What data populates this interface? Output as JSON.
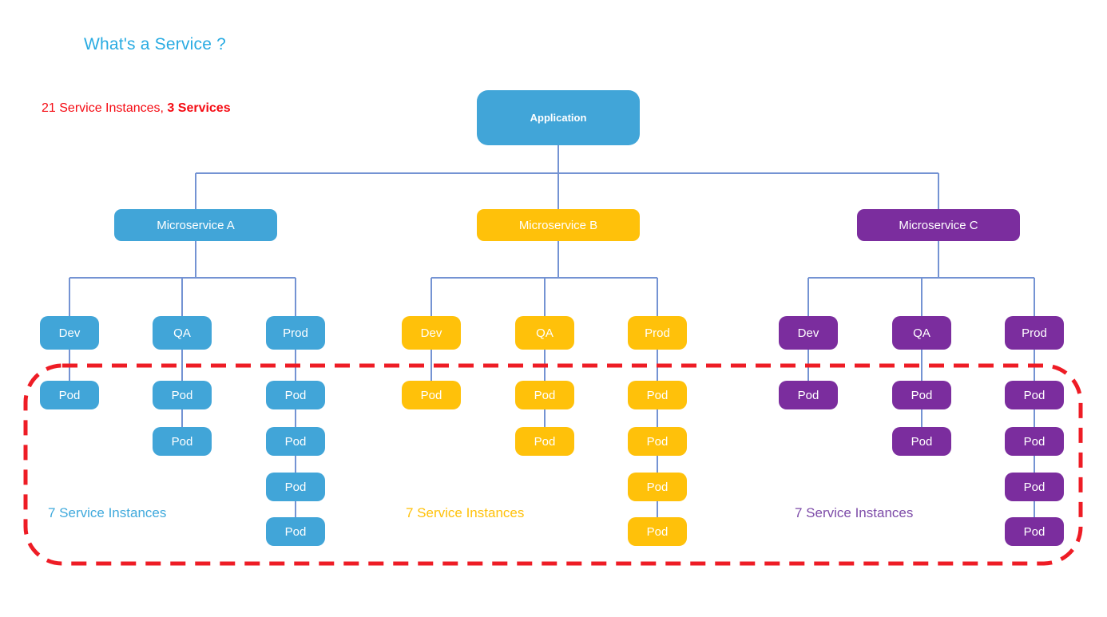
{
  "title": "What's a Service ?",
  "subtitle": {
    "normal": "21 Service Instances, ",
    "bold": "3 Services"
  },
  "root": {
    "label": "Application",
    "color": "#41a5d8"
  },
  "pod_label": "Pod",
  "services": [
    {
      "name": "Microservice A",
      "color": "#41a5d8",
      "instances_label": "7 Service Instances",
      "instances_label_color": "#3fa9dc",
      "environments": [
        {
          "label": "Dev",
          "pods": 1
        },
        {
          "label": "QA",
          "pods": 2
        },
        {
          "label": "Prod",
          "pods": 4
        }
      ]
    },
    {
      "name": "Microservice B",
      "color": "#ffc10a",
      "instances_label": "7 Service Instances",
      "instances_label_color": "#ffc10a",
      "environments": [
        {
          "label": "Dev",
          "pods": 1
        },
        {
          "label": "QA",
          "pods": 2
        },
        {
          "label": "Prod",
          "pods": 4
        }
      ]
    },
    {
      "name": "Microservice C",
      "color": "#7b2d9e",
      "instances_label": "7 Service Instances",
      "instances_label_color": "#7d4ba8",
      "environments": [
        {
          "label": "Dev",
          "pods": 1
        },
        {
          "label": "QA",
          "pods": 2
        },
        {
          "label": "Prod",
          "pods": 4
        }
      ]
    }
  ],
  "colors": {
    "title": "#29abe2",
    "subtitle": "#f50a12",
    "connector": "#7493d3",
    "pods_outline": "#ee1c25"
  }
}
